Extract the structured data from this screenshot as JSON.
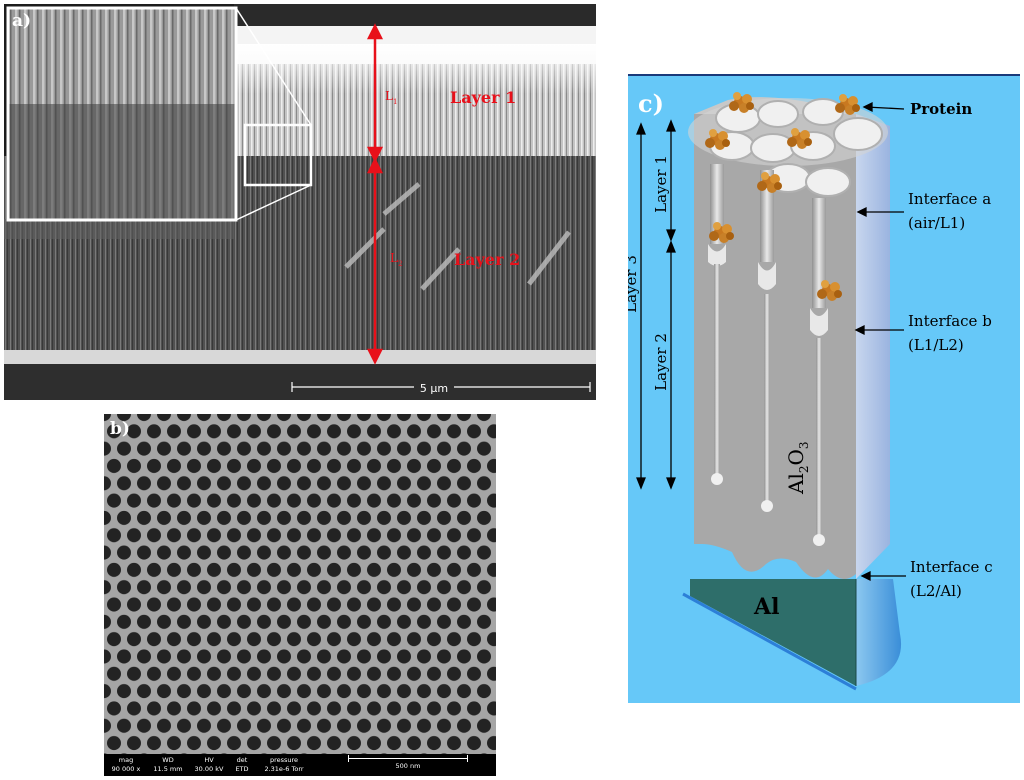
{
  "panel_a": {
    "label": "a)",
    "l1_label": "L",
    "l1_sub": "1",
    "l2_label": "L",
    "l2_sub": "2",
    "layer1": "Layer 1",
    "layer2": "Layer 2",
    "scale_bar": "5 µm"
  },
  "panel_b": {
    "label": "b)",
    "info": {
      "mag_h": "mag",
      "mag_v": "90 000 x",
      "wd_h": "WD",
      "wd_v": "11.5 mm",
      "hv_h": "HV",
      "hv_v": "30.00 kV",
      "det_h": "det",
      "det_v": "ETD",
      "pressure_h": "pressure",
      "pressure_v": "2.31e-6 Torr",
      "scale": "500 nm"
    }
  },
  "panel_c": {
    "label": "c)",
    "protein": "Protein",
    "interface_a_1": "Interface a",
    "interface_a_2": "(air/L1)",
    "interface_b_1": "Interface b",
    "interface_b_2": "(L1/L2)",
    "interface_c_1": "Interface c",
    "interface_c_2": "(L2/Al)",
    "layer1": "Layer 1",
    "layer2": "Layer 2",
    "layer3": "Layer 3",
    "oxide_main": "Al",
    "oxide_sub1": "2",
    "oxide_mid": "O",
    "oxide_sub2": "3",
    "metal": "Al"
  },
  "colors": {
    "sky_blue": "#66c8f8",
    "oxide_grey": "#a8a8a8",
    "metal_teal": "#2e6e6a",
    "annotation_red": "#e8101a",
    "protein_orange": "#c87820"
  }
}
